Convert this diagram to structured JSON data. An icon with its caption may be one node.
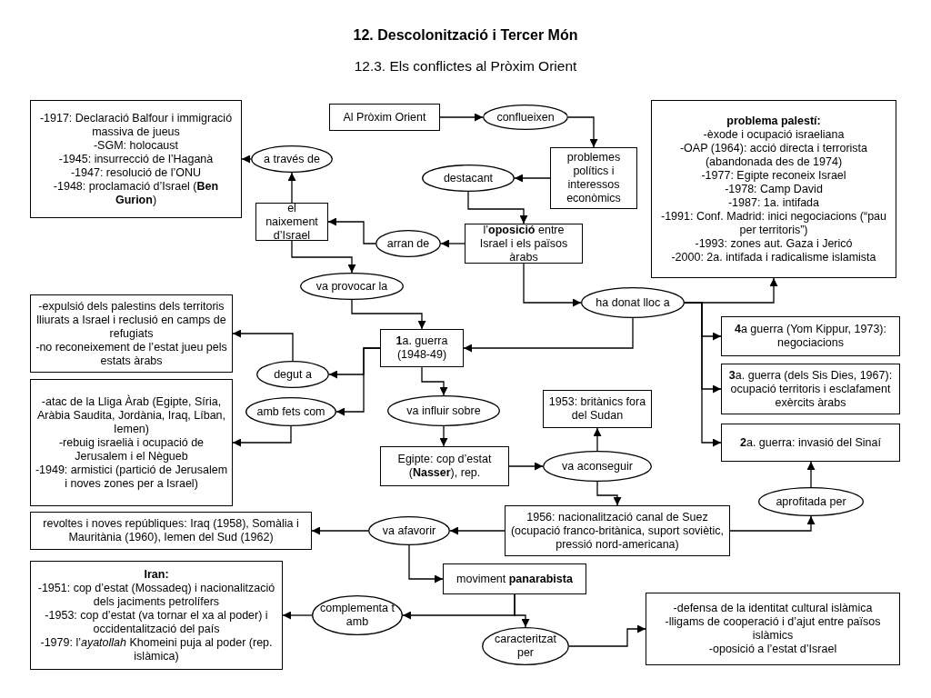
{
  "diagram": {
    "title": "12. Descolonització i Tercer Món",
    "nodes": [
      {
        "text": [
          "Al Pròxim Orient"
        ]
      },
      {
        "text": [
          "conflueixen"
        ]
      },
      {
        "text": [
          "problemes polítics i interessos econòmics"
        ]
      },
      {
        "text": [
          "destacant"
        ]
      },
      {
        "text": [
          "l’**oposició** entre Israel i els països àrabs"
        ]
      },
      {
        "text": [
          "arran de"
        ]
      },
      {
        "text": [
          "el naixement d’Israel"
        ]
      },
      {
        "text": [
          "a través de"
        ]
      },
      {
        "text": [
          "-1917: Declaració Balfour i immigració massiva de jueus",
          "-SGM: holocaust",
          "-1945: insurrecció de l’Haganà",
          "-1947: resolució de l’ONU",
          "-1948: proclamació d’Israel (**Ben Gurion**)"
        ]
      },
      {
        "text": [
          "problema palestí:",
          "-èxode i ocupació israeliana",
          "-OAP (1964): acció directa i terrorista (abandonada des de 1974)",
          "-1977: Egipte reconeix Israel",
          "-1978: Camp David",
          "-1987: 1a. intifada",
          "-1991: Conf. Madrid: inici negociacions (“pau per territoris”)",
          "-1993: zones aut. Gaza i Jericó",
          "-2000: 2a. intifada i radicalisme islamista"
        ]
      },
      {
        "text": [
          "va provocar la"
        ]
      },
      {
        "text": [
          "ha donat lloc a"
        ]
      },
      {
        "text": [
          "**1**a. guerra (1948-49)"
        ]
      },
      {
        "text": [
          "**4**a guerra (Yom Kippur, 1973): negociacions"
        ]
      },
      {
        "text": [
          "**3**a. guerra (dels Sis Dies, 1967): ocupació territoris i esclafament exèrcits àrabs"
        ]
      },
      {
        "text": [
          "**2**a. guerra: invasió del Sinaí"
        ]
      },
      {
        "text": [
          "-expulsió dels palestins dels territoris lliurats a Israel i reclusió en camps de refugiats",
          "-no reconeixement de l’estat jueu pels estats àrabs"
        ]
      },
      {
        "text": [
          "degut a"
        ]
      },
      {
        "text": [
          "amb fets com"
        ]
      },
      {
        "text": [
          "-atac de la Lliga Àrab (Egipte, Síria, Aràbia Saudita, Jordània, Iraq, Líban, Iemen)",
          "-rebuig israelià i ocupació de Jerusalem i el Nègueb",
          "-1949: armistici (partició de Jerusalem i noves zones per a Israel)"
        ]
      },
      {
        "text": [
          "va influir sobre"
        ]
      },
      {
        "text": [
          "1953: britànics fora del Sudan"
        ]
      },
      {
        "text": [
          "Egipte: cop d’estat (**Nasser**), rep."
        ]
      },
      {
        "text": [
          "va aconseguir"
        ]
      },
      {
        "text": [
          "aprofitada per"
        ]
      },
      {
        "text": [
          "1956: nacionalització canal de Suez (ocupació franco-britànica, suport soviètic, pressió nord-americana)"
        ]
      },
      {
        "text": [
          "va afavorir"
        ]
      },
      {
        "text": [
          "revoltes i noves repúbliques: Iraq (1958), Somàlia i Mauritània (1960), Iemen del Sud (1962)"
        ]
      },
      {
        "text": [
          "moviment **panarabista**"
        ]
      },
      {
        "text": [
          "Iran:",
          "-1951: cop d’estat (Mossadeq) i nacionalització dels jaciments petrolífers",
          "-1953: cop d’estat (va tornar el xa al poder) i occidentalització del país",
          "-1979: l’*ayatollah* Khomeini puja al poder (rep. islàmica)"
        ]
      },
      {
        "text": [
          "complementa t amb"
        ]
      },
      {
        "text": [
          "caracteritzat per"
        ]
      },
      {
        "text": [
          "-defensa de la identitat cultural islàmica",
          "-lligams de cooperació i d’ajut entre països islàmics",
          "-oposició a l’estat d’Israel"
        ]
      }
    ],
    "edges": [
      {
        "from": 0,
        "to": 1,
        "arrow": "to"
      },
      {
        "from": 1,
        "to": 2,
        "arrow": "to"
      },
      {
        "from": 2,
        "to": 3,
        "arrow": "to"
      },
      {
        "from": 3,
        "to": 4,
        "arrow": "to"
      },
      {
        "from": 4,
        "to": 5,
        "arrow": "to"
      },
      {
        "from": 5,
        "to": 6,
        "arrow": "to"
      },
      {
        "from": 6,
        "to": 7,
        "arrow": "to"
      },
      {
        "from": 7,
        "to": 8,
        "arrow": "to"
      },
      {
        "from": 6,
        "to": 10,
        "arrow": "to"
      },
      {
        "from": 10,
        "to": 12,
        "arrow": "to"
      },
      {
        "from": 4,
        "to": 11,
        "arrow": "to"
      },
      {
        "from": 11,
        "to": 9,
        "arrow": "to"
      },
      {
        "from": 11,
        "to": 13,
        "arrow": "to"
      },
      {
        "from": 11,
        "to": 14,
        "arrow": "to"
      },
      {
        "from": 11,
        "to": 15,
        "arrow": "to"
      },
      {
        "from": 11,
        "to": 12,
        "arrow": "to"
      },
      {
        "from": 12,
        "to": 17,
        "arrow": "to"
      },
      {
        "from": 12,
        "to": 18,
        "arrow": "to"
      },
      {
        "from": 17,
        "to": 16,
        "arrow": "to"
      },
      {
        "from": 18,
        "to": 19,
        "arrow": "to"
      },
      {
        "from": 12,
        "to": 20,
        "arrow": "to"
      },
      {
        "from": 20,
        "to": 22,
        "arrow": "to"
      },
      {
        "from": 22,
        "to": 23,
        "arrow": "to"
      },
      {
        "from": 23,
        "to": 21,
        "arrow": "to"
      },
      {
        "from": 23,
        "to": 25,
        "arrow": "to"
      },
      {
        "from": 25,
        "to": 24,
        "arrow": "to"
      },
      {
        "from": 24,
        "to": 15,
        "arrow": "to"
      },
      {
        "from": 25,
        "to": 26,
        "arrow": "to"
      },
      {
        "from": 26,
        "to": 27,
        "arrow": "to"
      },
      {
        "from": 26,
        "to": 28,
        "arrow": "to"
      },
      {
        "from": 28,
        "to": 30,
        "arrow": "to"
      },
      {
        "from": 30,
        "to": 29,
        "arrow": "to"
      },
      {
        "from": 28,
        "to": 31,
        "arrow": "to"
      },
      {
        "from": 31,
        "to": 32,
        "arrow": "to"
      }
    ],
    "labels": [
      "12.3. Els conflictes al Pròxim Orient"
    ]
  }
}
